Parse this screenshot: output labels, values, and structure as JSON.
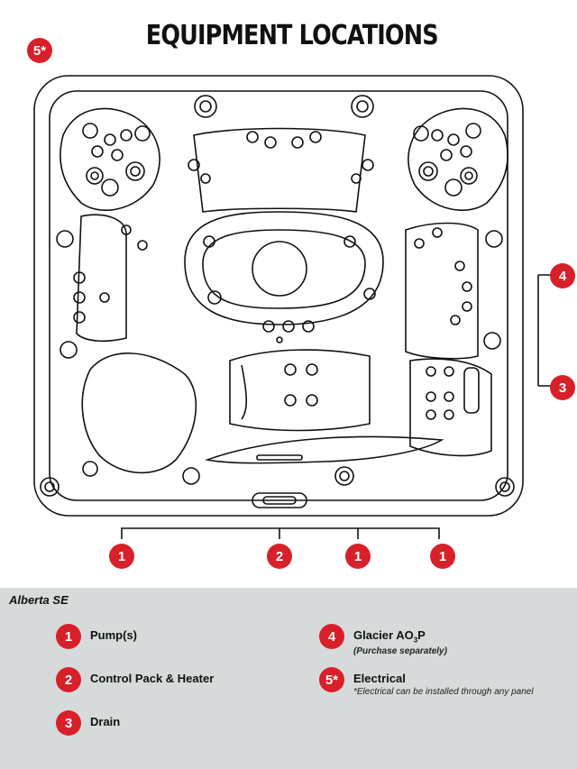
{
  "title": "EQUIPMENT LOCATIONS",
  "accent_color": "#d8202a",
  "markers": {
    "top_left": "5*",
    "right_upper": "4",
    "right_lower": "3",
    "bottom": [
      "1",
      "2",
      "1",
      "1"
    ]
  },
  "legend": {
    "model": "Alberta SE",
    "items": [
      {
        "num": "1",
        "label": "Pump(s)",
        "note": ""
      },
      {
        "num": "2",
        "label": "Control Pack & Heater",
        "note": ""
      },
      {
        "num": "3",
        "label": "Drain",
        "note": ""
      },
      {
        "num": "4",
        "label_prefix": "Glacier AO",
        "label_sub": "3",
        "label_suffix": "P",
        "note": "(Purchase separately)"
      },
      {
        "num": "5*",
        "label": "Electrical",
        "note": "*Electrical can be installed through any panel"
      }
    ]
  }
}
